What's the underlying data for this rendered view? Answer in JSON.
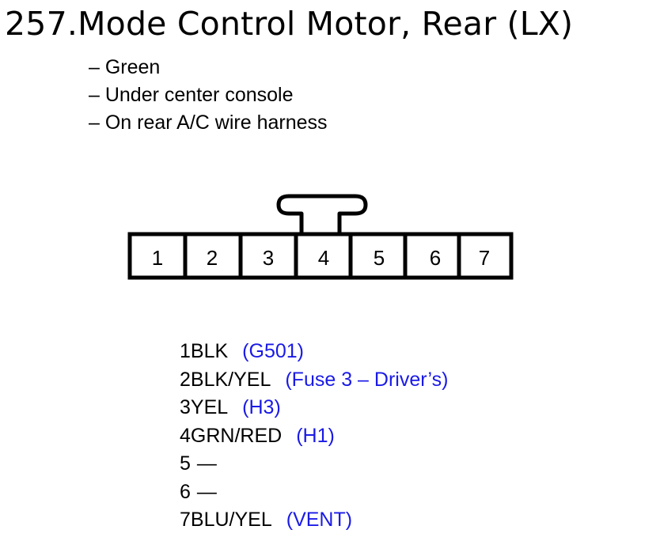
{
  "title": "257.Mode Control Motor, Rear (LX)",
  "notes": [
    "– Green",
    "– Under center console",
    "– On rear A/C wire harness"
  ],
  "connector": {
    "cavities": [
      "1",
      "2",
      "3",
      "4",
      "5",
      "6",
      "7"
    ],
    "key_over_cavity": "4"
  },
  "pins": [
    {
      "num": "1",
      "wire": "BLK",
      "dest": "(G501)"
    },
    {
      "num": "2",
      "wire": "BLK/YEL",
      "dest": "(Fuse 3 – Driver’s)"
    },
    {
      "num": "3",
      "wire": "YEL",
      "dest": "(H3)"
    },
    {
      "num": "4",
      "wire": "GRN/RED",
      "dest": "(H1)"
    },
    {
      "num": "5",
      "wire": "",
      "dest": "",
      "empty_mark": "—"
    },
    {
      "num": "6",
      "wire": "",
      "dest": "",
      "empty_mark": "—"
    },
    {
      "num": "7",
      "wire": "BLU/YEL",
      "dest": "(VENT)"
    }
  ],
  "colors": {
    "text": "#000000",
    "destination": "#1a1ae6"
  }
}
